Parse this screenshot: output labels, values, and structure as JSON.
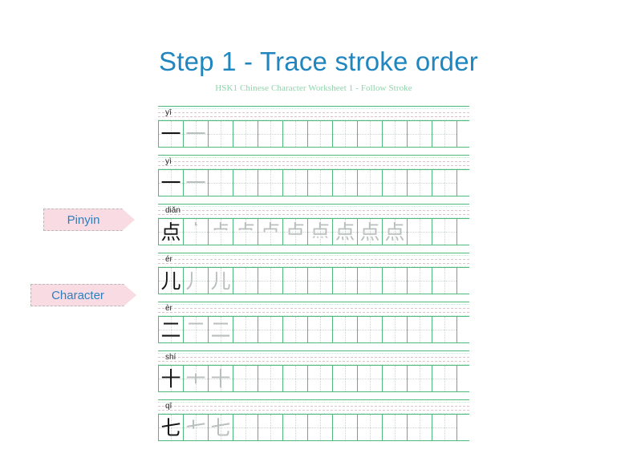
{
  "slide": {
    "title": "Step 1 - Trace stroke order",
    "title_color": "#1f86c0",
    "background": "#ffffff"
  },
  "worksheet": {
    "subtitle": "HSK1 Chinese Character Worksheet 1 - Follow Stroke",
    "subtitle_color": "#8fd3ab",
    "grid_color": "#52b97d",
    "guide_color": "#cfd6d2",
    "model_ink_color": "#151515",
    "trace_ink_color": "#b9bfbc",
    "cells_per_row": 12,
    "rows": [
      {
        "pinyin": "yī",
        "character": "一",
        "stroke_count": 1,
        "model_cells": 1,
        "trace_cells": 1
      },
      {
        "pinyin": "yì",
        "character": "一",
        "stroke_count": 1,
        "model_cells": 1,
        "trace_cells": 1
      },
      {
        "pinyin": "diǎn",
        "character": "点",
        "stroke_count": 9,
        "model_cells": 1,
        "trace_cells": 9
      },
      {
        "pinyin": "ér",
        "character": "儿",
        "stroke_count": 2,
        "model_cells": 1,
        "trace_cells": 2
      },
      {
        "pinyin": "èr",
        "character": "二",
        "stroke_count": 2,
        "model_cells": 1,
        "trace_cells": 2
      },
      {
        "pinyin": "shí",
        "character": "十",
        "stroke_count": 2,
        "model_cells": 1,
        "trace_cells": 2
      },
      {
        "pinyin": "qī",
        "character": "七",
        "stroke_count": 2,
        "model_cells": 1,
        "trace_cells": 2
      }
    ]
  },
  "callouts": [
    {
      "label": "Pinyin",
      "fill": "#f9dce3",
      "text_color": "#2a7fbf"
    },
    {
      "label": "Character",
      "fill": "#f9dce3",
      "text_color": "#2a7fbf"
    }
  ]
}
